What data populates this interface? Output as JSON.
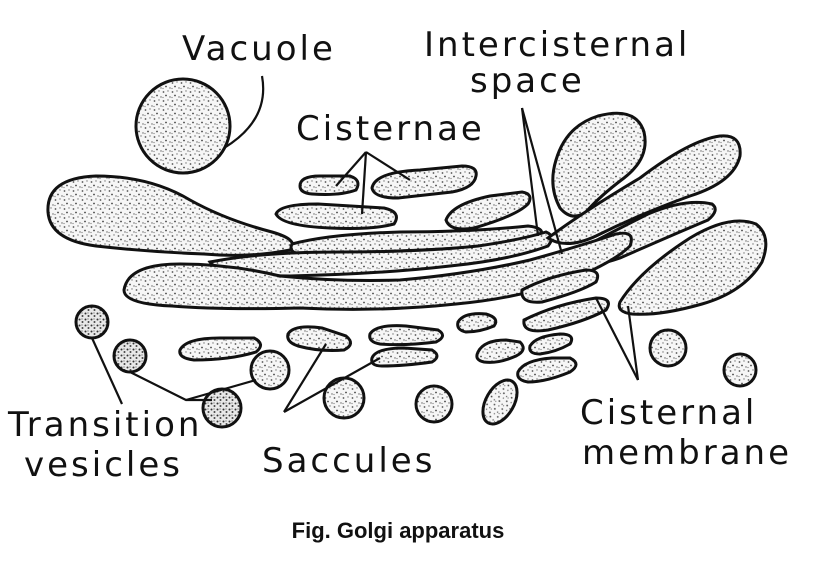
{
  "labels": {
    "vacuole": "Vacuole",
    "intercisternal_line1": "Intercisternal",
    "intercisternal_line2": "space",
    "cisternae": "Cisternae",
    "transition_line1": "Transition",
    "transition_line2": "vesicles",
    "saccules": "Saccules",
    "cisternal_line1": "Cisternal",
    "cisternal_line2": "membrane"
  },
  "caption": "Fig. Golgi apparatus",
  "colors": {
    "ink": "#111111",
    "background": "#ffffff",
    "stipple": "#555555"
  }
}
